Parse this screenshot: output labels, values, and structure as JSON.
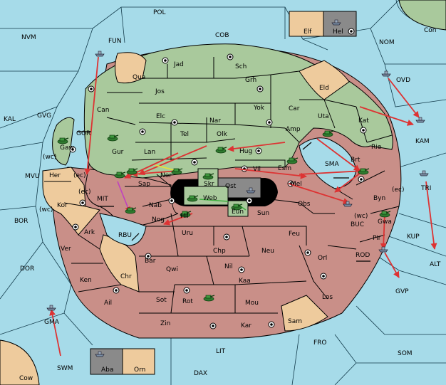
{
  "board": {
    "colors": {
      "sea": "#a6dbe9",
      "green": "#a9c99c",
      "red": "#c98f88",
      "tan": "#eecb9d",
      "grey": "#8a8a8a",
      "order": "#d33333",
      "support": "#c040c0",
      "convoy": "#e0e040",
      "hold": "#40b040"
    },
    "sea_labels": [
      {
        "id": "pol",
        "text": "POL"
      },
      {
        "id": "nvm",
        "text": "NVM"
      },
      {
        "id": "fun",
        "text": "FUN"
      },
      {
        "id": "cob",
        "text": "COB"
      },
      {
        "id": "nom",
        "text": "NOM"
      },
      {
        "id": "con",
        "text": "Con"
      },
      {
        "id": "kal",
        "text": "KAL"
      },
      {
        "id": "gvg",
        "text": "GVG"
      },
      {
        "id": "gor",
        "text": "GOR"
      },
      {
        "id": "mvu",
        "text": "MVU"
      },
      {
        "id": "mit",
        "text": "MIT"
      },
      {
        "id": "bor",
        "text": "BOR"
      },
      {
        "id": "rbu",
        "text": "RBU"
      },
      {
        "id": "dor",
        "text": "DOR"
      },
      {
        "id": "ovd",
        "text": "OVD"
      },
      {
        "id": "kam",
        "text": "KAM"
      },
      {
        "id": "sma",
        "text": "SMA"
      },
      {
        "id": "tri",
        "text": "TRI"
      },
      {
        "id": "buc",
        "text": "BUC"
      },
      {
        "id": "kup",
        "text": "KUP"
      },
      {
        "id": "rod",
        "text": "ROD"
      },
      {
        "id": "alt",
        "text": "ALT"
      },
      {
        "id": "gvp",
        "text": "GVP"
      },
      {
        "id": "gma",
        "text": "GMA"
      },
      {
        "id": "fro",
        "text": "FRO"
      },
      {
        "id": "som",
        "text": "SOM"
      },
      {
        "id": "lit",
        "text": "LIT"
      },
      {
        "id": "swm",
        "text": "SWM"
      },
      {
        "id": "dax",
        "text": "DAX"
      },
      {
        "id": "cow",
        "text": "Cow"
      }
    ],
    "land_labels": [
      {
        "id": "elf",
        "text": "Elf"
      },
      {
        "id": "hel",
        "text": "Hel"
      },
      {
        "id": "jad",
        "text": "Jad"
      },
      {
        "id": "sch",
        "text": "Sch"
      },
      {
        "id": "qua",
        "text": "Qua"
      },
      {
        "id": "jos",
        "text": "Jos"
      },
      {
        "id": "grh",
        "text": "Grh"
      },
      {
        "id": "eld",
        "text": "Eld"
      },
      {
        "id": "can",
        "text": "Can"
      },
      {
        "id": "yok",
        "text": "Yok"
      },
      {
        "id": "car",
        "text": "Car"
      },
      {
        "id": "uta",
        "text": "Uta"
      },
      {
        "id": "kat",
        "text": "Kat"
      },
      {
        "id": "elc",
        "text": "Elc"
      },
      {
        "id": "nar",
        "text": "Nar"
      },
      {
        "id": "amp",
        "text": "Amp"
      },
      {
        "id": "tel",
        "text": "Tel"
      },
      {
        "id": "olk",
        "text": "Olk"
      },
      {
        "id": "gaw",
        "text": "Gaw"
      },
      {
        "id": "gur",
        "text": "Gur"
      },
      {
        "id": "hug",
        "text": "Hug"
      },
      {
        "id": "rie",
        "text": "Rie"
      },
      {
        "id": "lan",
        "text": "Lan"
      },
      {
        "id": "brt",
        "text": "Brt"
      },
      {
        "id": "esm",
        "text": "Esm"
      },
      {
        "id": "vil",
        "text": "Vil"
      },
      {
        "id": "wc1",
        "text": "(wc)"
      },
      {
        "id": "her",
        "text": "Her"
      },
      {
        "id": "ec1",
        "text": "(ec)"
      },
      {
        "id": "nor",
        "text": "Nor"
      },
      {
        "id": "sap",
        "text": "Sap"
      },
      {
        "id": "skr",
        "text": "Skr"
      },
      {
        "id": "ost",
        "text": "Ost"
      },
      {
        "id": "mel",
        "text": "Mel"
      },
      {
        "id": "ec2",
        "text": "(ec)"
      },
      {
        "id": "web",
        "text": "Web"
      },
      {
        "id": "byn",
        "text": "Byn"
      },
      {
        "id": "kor",
        "text": "Kor"
      },
      {
        "id": "ec3",
        "text": "(ec)"
      },
      {
        "id": "nab",
        "text": "Nab"
      },
      {
        "id": "obs",
        "text": "Obs"
      },
      {
        "id": "wc2",
        "text": "(wc)"
      },
      {
        "id": "eun",
        "text": "Eun"
      },
      {
        "id": "sun",
        "text": "Sun"
      },
      {
        "id": "nog",
        "text": "Nog"
      },
      {
        "id": "hil",
        "text": "Hil"
      },
      {
        "id": "wc3",
        "text": "(wc)"
      },
      {
        "id": "gwa",
        "text": "Gwa"
      },
      {
        "id": "ark",
        "text": "Ark"
      },
      {
        "id": "uru",
        "text": "Uru"
      },
      {
        "id": "feu",
        "text": "Feu"
      },
      {
        "id": "pir",
        "text": "Pir"
      },
      {
        "id": "ver",
        "text": "Ver"
      },
      {
        "id": "chp",
        "text": "Chp"
      },
      {
        "id": "neu",
        "text": "Neu"
      },
      {
        "id": "orl",
        "text": "Orl"
      },
      {
        "id": "bar",
        "text": "Bar"
      },
      {
        "id": "qwi",
        "text": "Qwi"
      },
      {
        "id": "nil",
        "text": "Nil"
      },
      {
        "id": "ken",
        "text": "Ken"
      },
      {
        "id": "chr",
        "text": "Chr"
      },
      {
        "id": "kaa",
        "text": "Kaa"
      },
      {
        "id": "ail",
        "text": "Ail"
      },
      {
        "id": "sot",
        "text": "Sot"
      },
      {
        "id": "rot",
        "text": "Rot"
      },
      {
        "id": "mou",
        "text": "Mou"
      },
      {
        "id": "los",
        "text": "Los"
      },
      {
        "id": "sam",
        "text": "Sam"
      },
      {
        "id": "zin",
        "text": "Zin"
      },
      {
        "id": "kar",
        "text": "Kar"
      },
      {
        "id": "aba",
        "text": "Aba"
      },
      {
        "id": "orn",
        "text": "Orn"
      }
    ]
  }
}
